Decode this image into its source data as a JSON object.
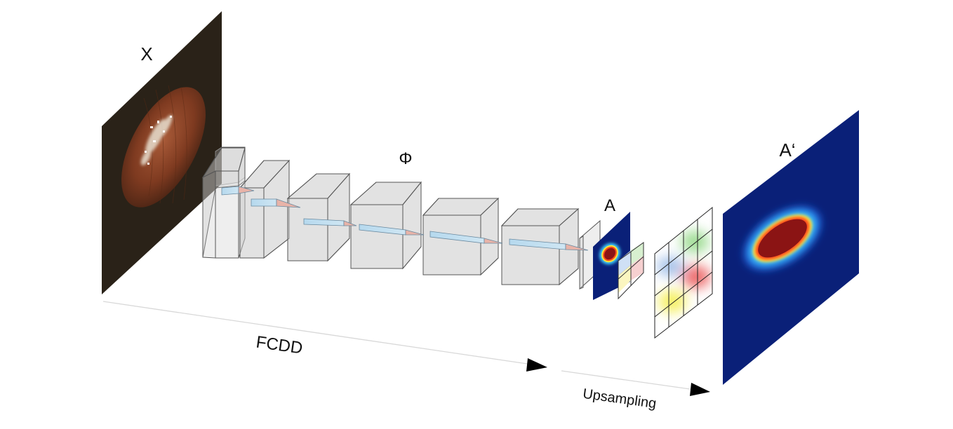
{
  "labels": {
    "input": "X",
    "network": "Φ",
    "heatmap": "A",
    "upsampled": "A‘",
    "fcdd_arrow": "FCDD",
    "upsampling_arrow": "Upsampling"
  },
  "colors": {
    "heatmap_background": "#0a2078",
    "anomaly_core": "#8b1414",
    "input_background": "#2a2218",
    "object": "#8a4024",
    "layer_fill": "#d9d9d9",
    "conv_kernel": "#b6d9ee",
    "kernel_tip": "#e8b3a8"
  },
  "conv_layer_count": 6
}
